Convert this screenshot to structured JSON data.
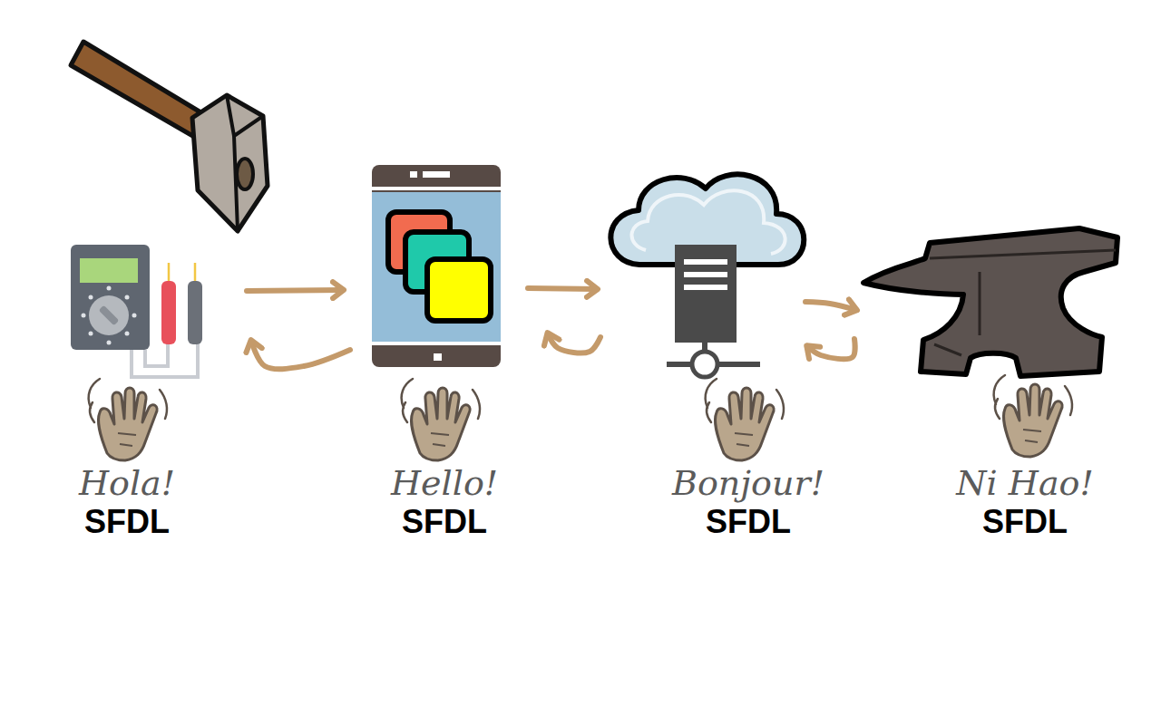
{
  "diagram": {
    "nodes": [
      {
        "text": [
          "Hola!",
          "SFDL"
        ]
      },
      {
        "text": [
          "Hello!",
          "SFDL"
        ]
      },
      {
        "text": [
          "Bonjour!",
          "SFDL"
        ]
      },
      {
        "text": [
          "Ni Hao!",
          "SFDL"
        ]
      }
    ],
    "edges": [
      {
        "from": 0,
        "to": 1,
        "arrow": "to"
      },
      {
        "from": 1,
        "to": 0,
        "arrow": "to"
      },
      {
        "from": 1,
        "to": 2,
        "arrow": "to"
      },
      {
        "from": 2,
        "to": 1,
        "arrow": "to"
      },
      {
        "from": 2,
        "to": 3,
        "arrow": "to"
      },
      {
        "from": 3,
        "to": 2,
        "arrow": "to"
      }
    ]
  }
}
